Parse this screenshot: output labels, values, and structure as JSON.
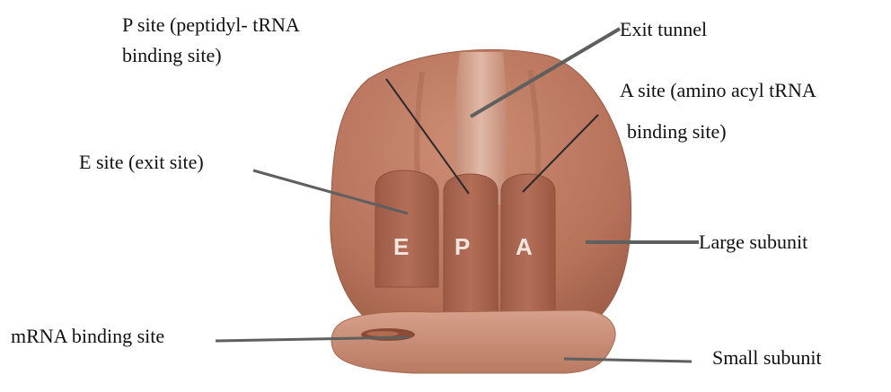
{
  "labels": {
    "p_site_line1": "P site (peptidyl- tRNA",
    "p_site_line2": "binding site)",
    "exit_tunnel": "Exit tunnel",
    "a_site_line1": "A site (amino acyl tRNA",
    "a_site_line2": "binding site)",
    "e_site": "E site (exit site)",
    "large_subunit": "Large subunit",
    "mrna_binding_site": "mRNA binding site",
    "small_subunit": "Small subunit"
  },
  "sites": {
    "e": "E",
    "p": "P",
    "a": "A"
  },
  "colors": {
    "large_subunit": "#b8735a",
    "small_subunit": "#c98b72",
    "tunnel": "#d6a995",
    "pocket": "#a35f48",
    "leader_line": "#5f5f5f"
  }
}
